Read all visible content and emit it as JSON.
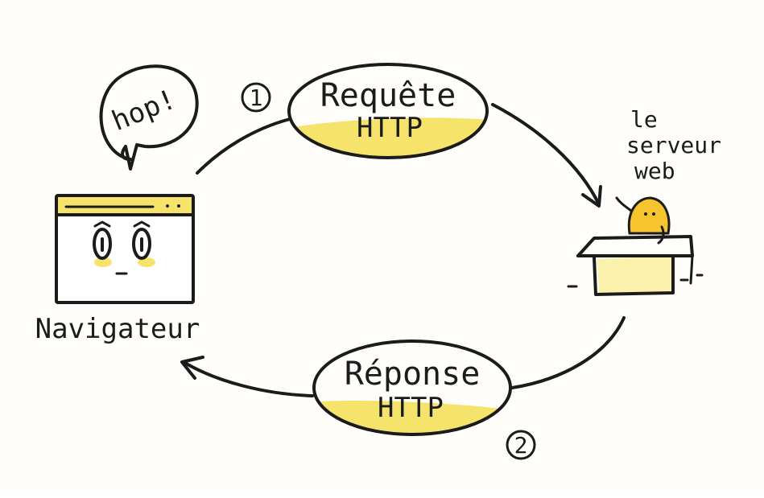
{
  "colors": {
    "ink": "#1b1b1b",
    "highlight": "#f6e36b",
    "highlight_pale": "#fbf1ad",
    "paper": "#fffefb"
  },
  "browser": {
    "speech_text": "hop!",
    "label": "Navigateur",
    "icon": "browser-window-with-face-icon"
  },
  "request": {
    "number": "1",
    "line1": "Requête",
    "line2": "HTTP"
  },
  "response": {
    "number": "2",
    "line1": "Réponse",
    "line2": "HTTP"
  },
  "server": {
    "label_line1": "le",
    "label_line2": "serveur",
    "label_line3": "web",
    "icon": "server-character-at-desk-icon"
  }
}
